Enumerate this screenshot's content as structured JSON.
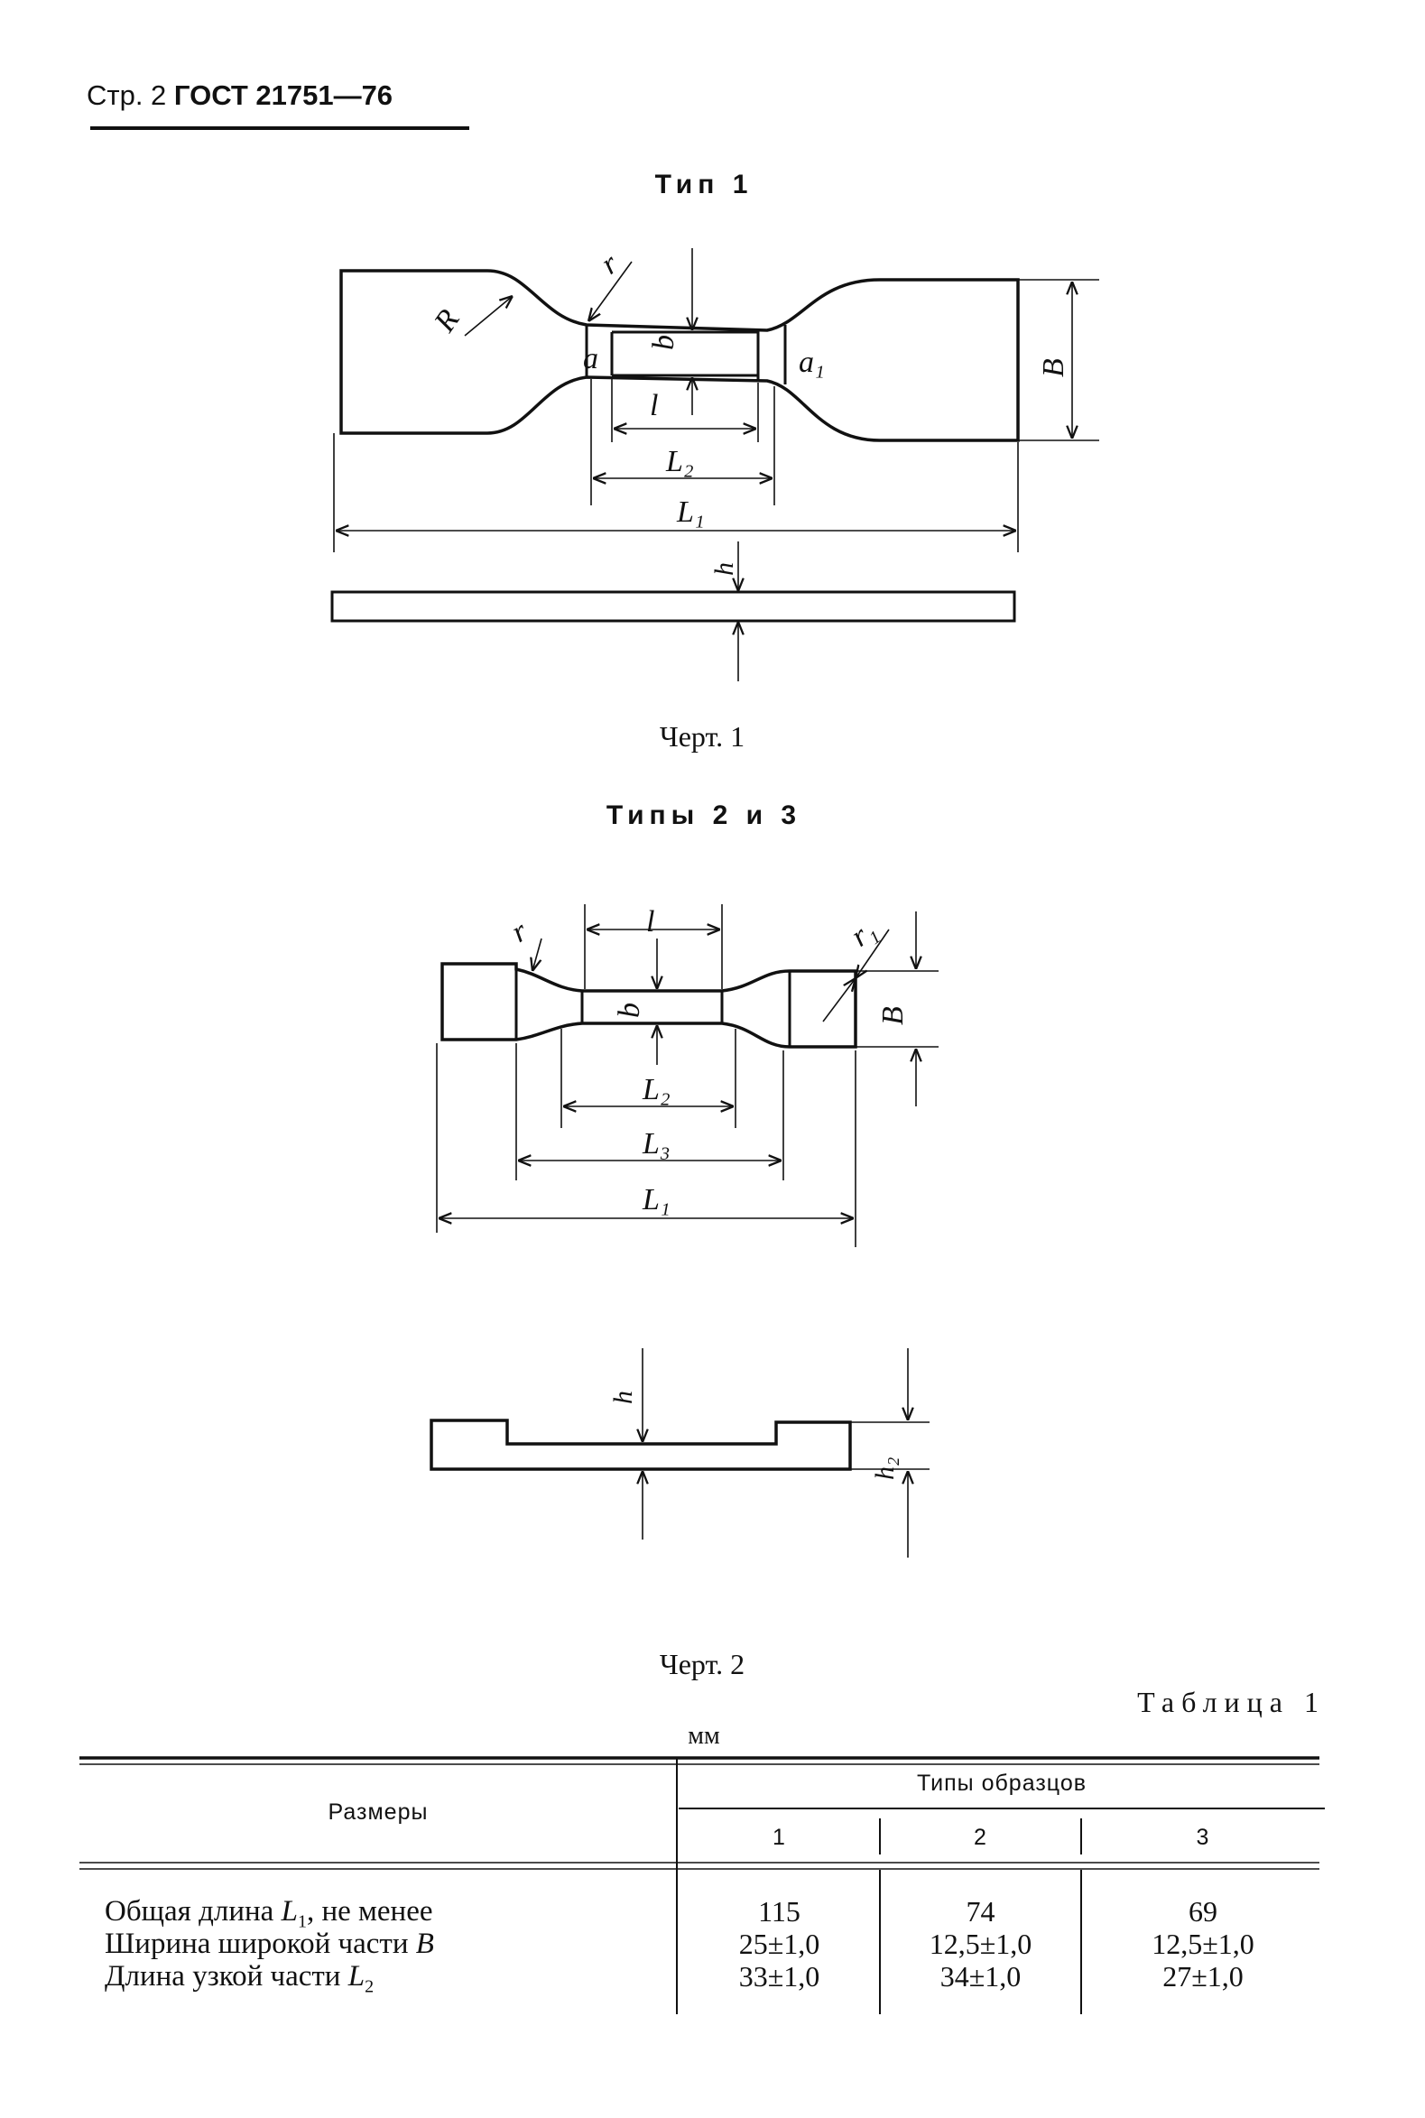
{
  "header": {
    "page": "Стр. 2",
    "standard": "ГОСТ 21751—76"
  },
  "figure1": {
    "title": "Тип 1",
    "caption": "Черт. 1",
    "labels": {
      "R": "R",
      "r": "r",
      "a": "a",
      "a1": "a₁",
      "b": "b",
      "l": "l",
      "L2": "L₂",
      "L1": "L₁",
      "B": "B",
      "h": "h"
    }
  },
  "figure2": {
    "title": "Типы 2 и 3",
    "caption": "Черт. 2",
    "labels": {
      "r": "r",
      "r1": "r₁",
      "l": "l",
      "b": "b",
      "B": "B",
      "L2": "L₂",
      "L3": "L₃",
      "L1": "L₁",
      "h": "h",
      "h2": "h₂"
    }
  },
  "table": {
    "label": "Таблица 1",
    "unit": "мм",
    "header_dim": "Размеры",
    "header_types": "Типы образцов",
    "type_cols": [
      "1",
      "2",
      "3"
    ],
    "rows": [
      {
        "label_pre": "Общая длина ",
        "label_var": "L",
        "label_sub": "1",
        "label_post": ", не менее",
        "values": [
          "115",
          "74",
          "69"
        ]
      },
      {
        "label_pre": "Ширина широкой части ",
        "label_var": "B",
        "label_sub": "",
        "label_post": "",
        "values": [
          "25±1,0",
          "12,5±1,0",
          "12,5±1,0"
        ]
      },
      {
        "label_pre": "Длина узкой части ",
        "label_var": "L",
        "label_sub": "2",
        "label_post": "",
        "values": [
          "33±1,0",
          "34±1,0",
          "27±1,0"
        ]
      }
    ]
  }
}
